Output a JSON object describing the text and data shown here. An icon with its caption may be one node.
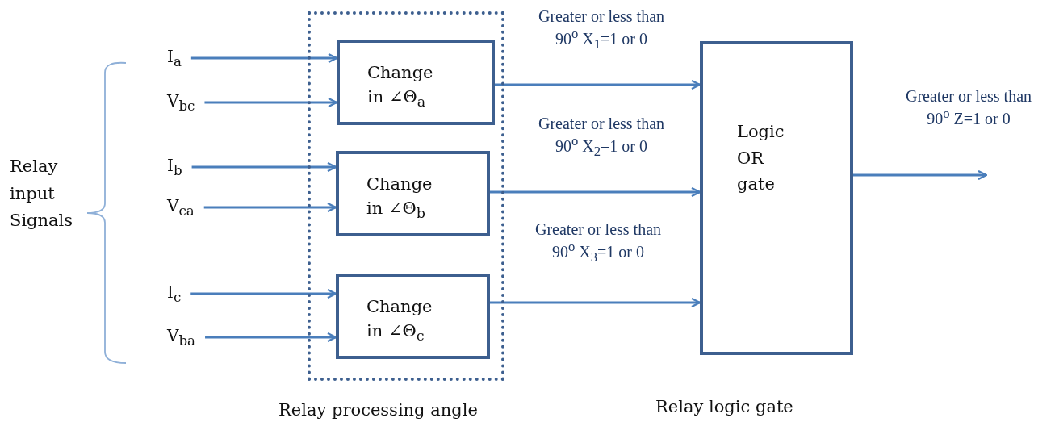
{
  "diagram": {
    "nodes": [
      {
        "text": [
          "Relay processing angle"
        ]
      },
      {
        "text": [
          "Change in ∠Θ$_{a}$"
        ],
        "in": 0
      },
      {
        "text": [
          "Change in ∠Θ$_{b}$"
        ],
        "in": 0
      },
      {
        "text": [
          "Change in ∠Θ$_{c}$"
        ],
        "in": 0
      },
      {
        "text": [
          "Logic OR gate",
          "Relay logic gate"
        ]
      },
      {
        "text": [
          "I$_{a}$"
        ]
      },
      {
        "text": [
          "V$_{bc}$"
        ]
      },
      {
        "text": [
          "I$_{b}$"
        ]
      },
      {
        "text": [
          "V$_{ca}$"
        ]
      },
      {
        "text": [
          "I$_{c}$"
        ]
      },
      {
        "text": [
          "V$_{ba}$"
        ]
      }
    ],
    "edges": [
      {
        "from": 5,
        "to": 1,
        "arrow": "to"
      },
      {
        "from": 6,
        "to": 1,
        "arrow": "to"
      },
      {
        "from": 7,
        "to": 2,
        "arrow": "to"
      },
      {
        "from": 8,
        "to": 2,
        "arrow": "to"
      },
      {
        "from": 9,
        "to": 3,
        "arrow": "to"
      },
      {
        "from": 10,
        "to": 3,
        "arrow": "to"
      },
      {
        "from": 1,
        "to": 4,
        "arrow": "to",
        "label": "Greater or less than 90$^{o}$ X$_{1}$=1 or 0"
      },
      {
        "from": 2,
        "to": 4,
        "arrow": "to",
        "label": "Greater or less than 90$^{o}$ X$_{2}$=1 or 0"
      },
      {
        "from": 3,
        "to": 4,
        "arrow": "to",
        "label": "Greater or less than 90$^{o}$ X$_{3}$=1 or 0"
      },
      {
        "from": 4,
        "to": null,
        "arrow": "to",
        "label": "Greater or less than 90$^{o}$ Z=1 or 0"
      }
    ],
    "labels": [
      "Relay input Signals"
    ]
  }
}
